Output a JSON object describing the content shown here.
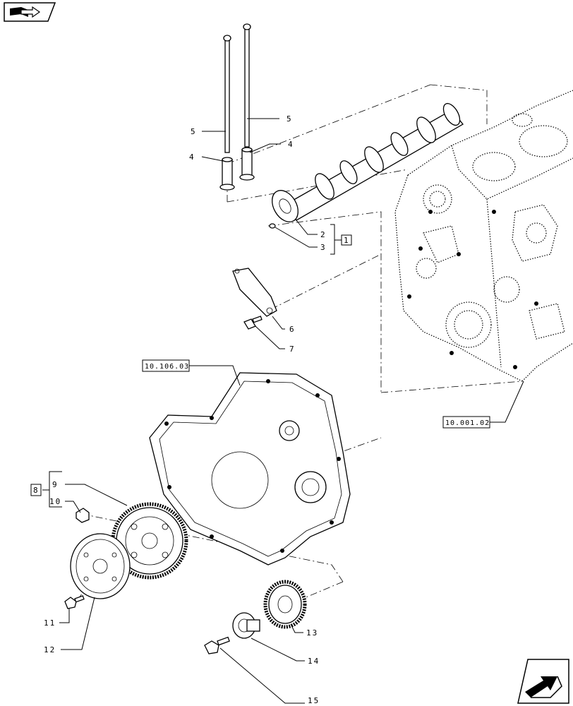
{
  "nav": {
    "prev_icon": "book-arrow-icon",
    "next_icon": "arrow-next-icon"
  },
  "callouts": {
    "c1": "1",
    "c2": "2",
    "c3": "3",
    "c4a": "4",
    "c4b": "4",
    "c5a": "5",
    "c5b": "5",
    "c6": "6",
    "c7": "7",
    "c8": "8",
    "c9": "9",
    "c10": "10",
    "c11": "11",
    "c12": "12",
    "c13": "13",
    "c14": "14",
    "c15": "15"
  },
  "refs": {
    "timing_cover": "10.106.03",
    "engine_block": "10.001.02"
  }
}
